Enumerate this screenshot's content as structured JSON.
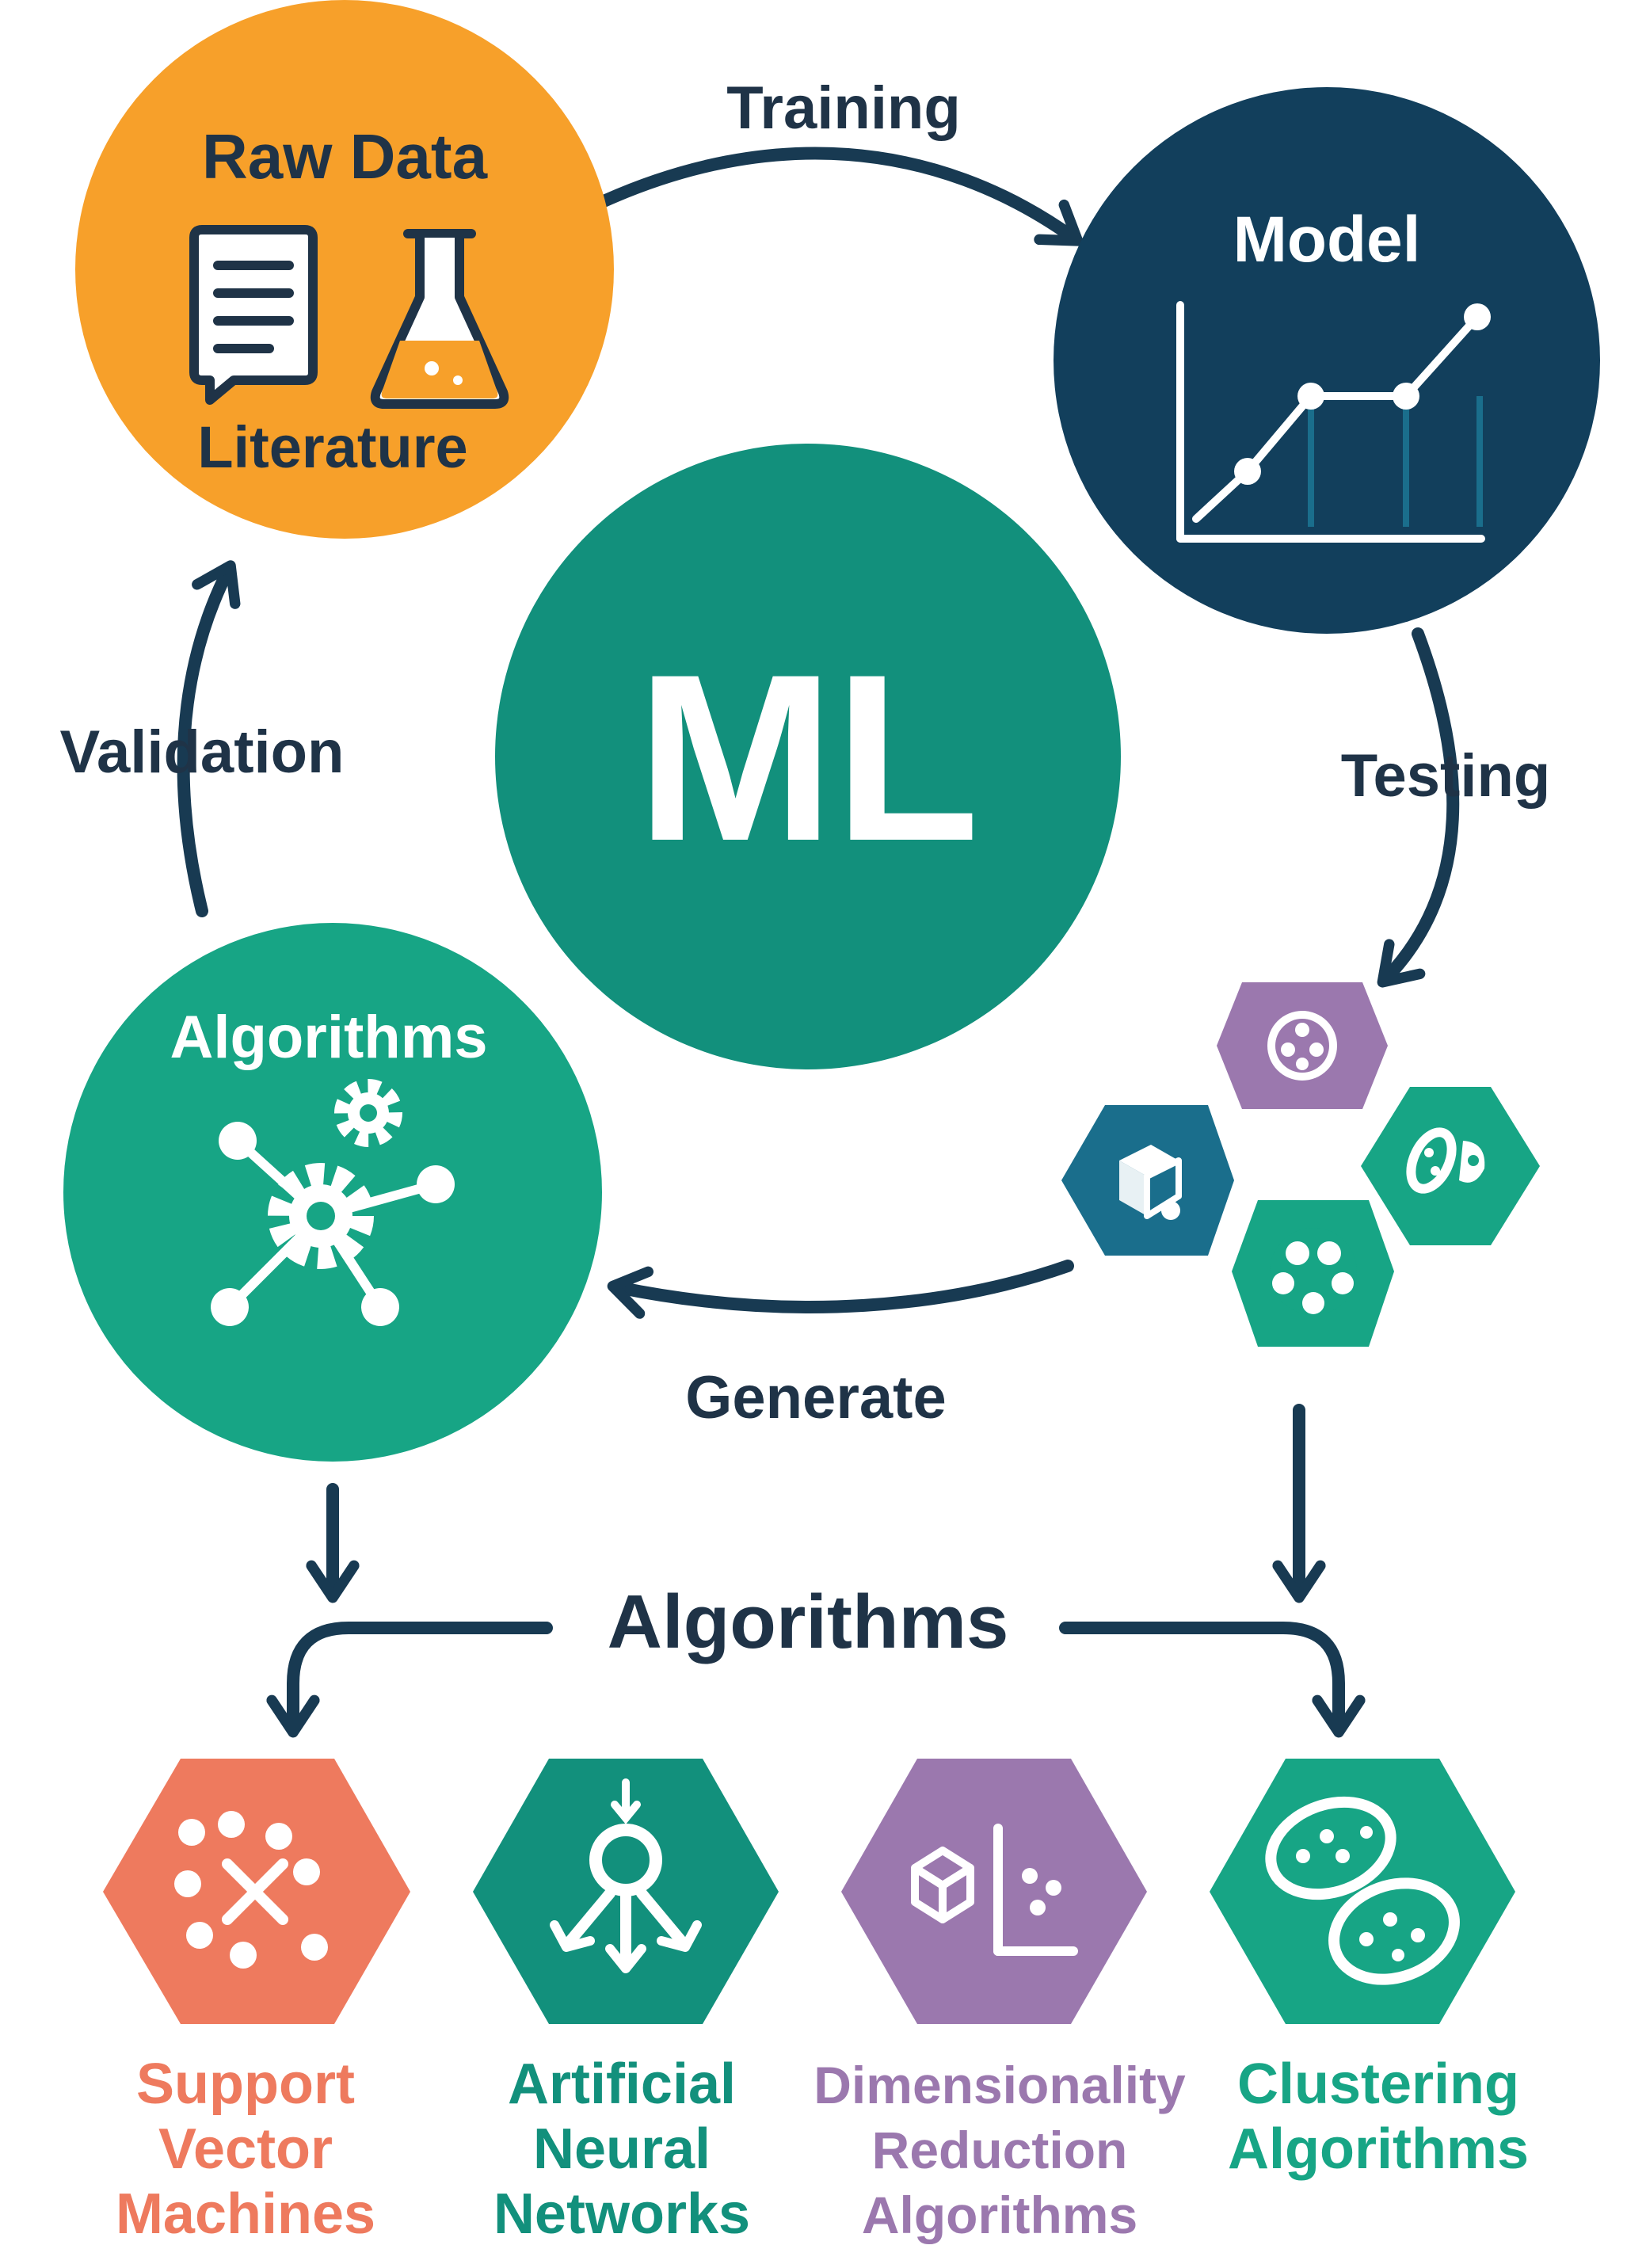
{
  "colors": {
    "orange": "#F7A02A",
    "navy": "#123F5C",
    "teal": "#12907C",
    "green": "#17A585",
    "purple": "#9B78AE",
    "blue": "#1A6E8C",
    "coral": "#EE7A5E",
    "arrow": "#183A52",
    "dark_text": "#1F3347",
    "white": "#FFFFFF"
  },
  "center": {
    "label": "ML"
  },
  "nodes": {
    "raw_data": {
      "title": "Raw Data",
      "subtitle": "Literature",
      "icons": [
        "document-icon",
        "flask-icon"
      ]
    },
    "model": {
      "title": "Model",
      "icon": "line-chart-icon"
    },
    "algorithms": {
      "title": "Algorithms",
      "icon": "gear-network-icon"
    }
  },
  "cycle_arrows": {
    "training": "Training",
    "testing": "Testing",
    "generate": "Generate",
    "validation": "Validation"
  },
  "data_hexagons": [
    "dots-cell-icon",
    "bacteria-icon",
    "cube-icon",
    "dots-icon"
  ],
  "algorithms_header": "Algorithms",
  "algorithm_types": [
    {
      "lines": [
        "Support",
        "Vector",
        "Machines"
      ],
      "icon": "svm-dots-icon",
      "color": "#EE7A5E"
    },
    {
      "lines": [
        "Artificial",
        "Neural",
        "Networks"
      ],
      "icon": "neuron-arrows-icon",
      "color": "#12907C"
    },
    {
      "lines": [
        "Dimensionality",
        "Reduction",
        "Algorithms"
      ],
      "icon": "cube-axes-icon",
      "color": "#9B78AE"
    },
    {
      "lines": [
        "Clustering",
        "Algorithms"
      ],
      "icon": "cluster-ellipses-icon",
      "color": "#17A585"
    }
  ]
}
